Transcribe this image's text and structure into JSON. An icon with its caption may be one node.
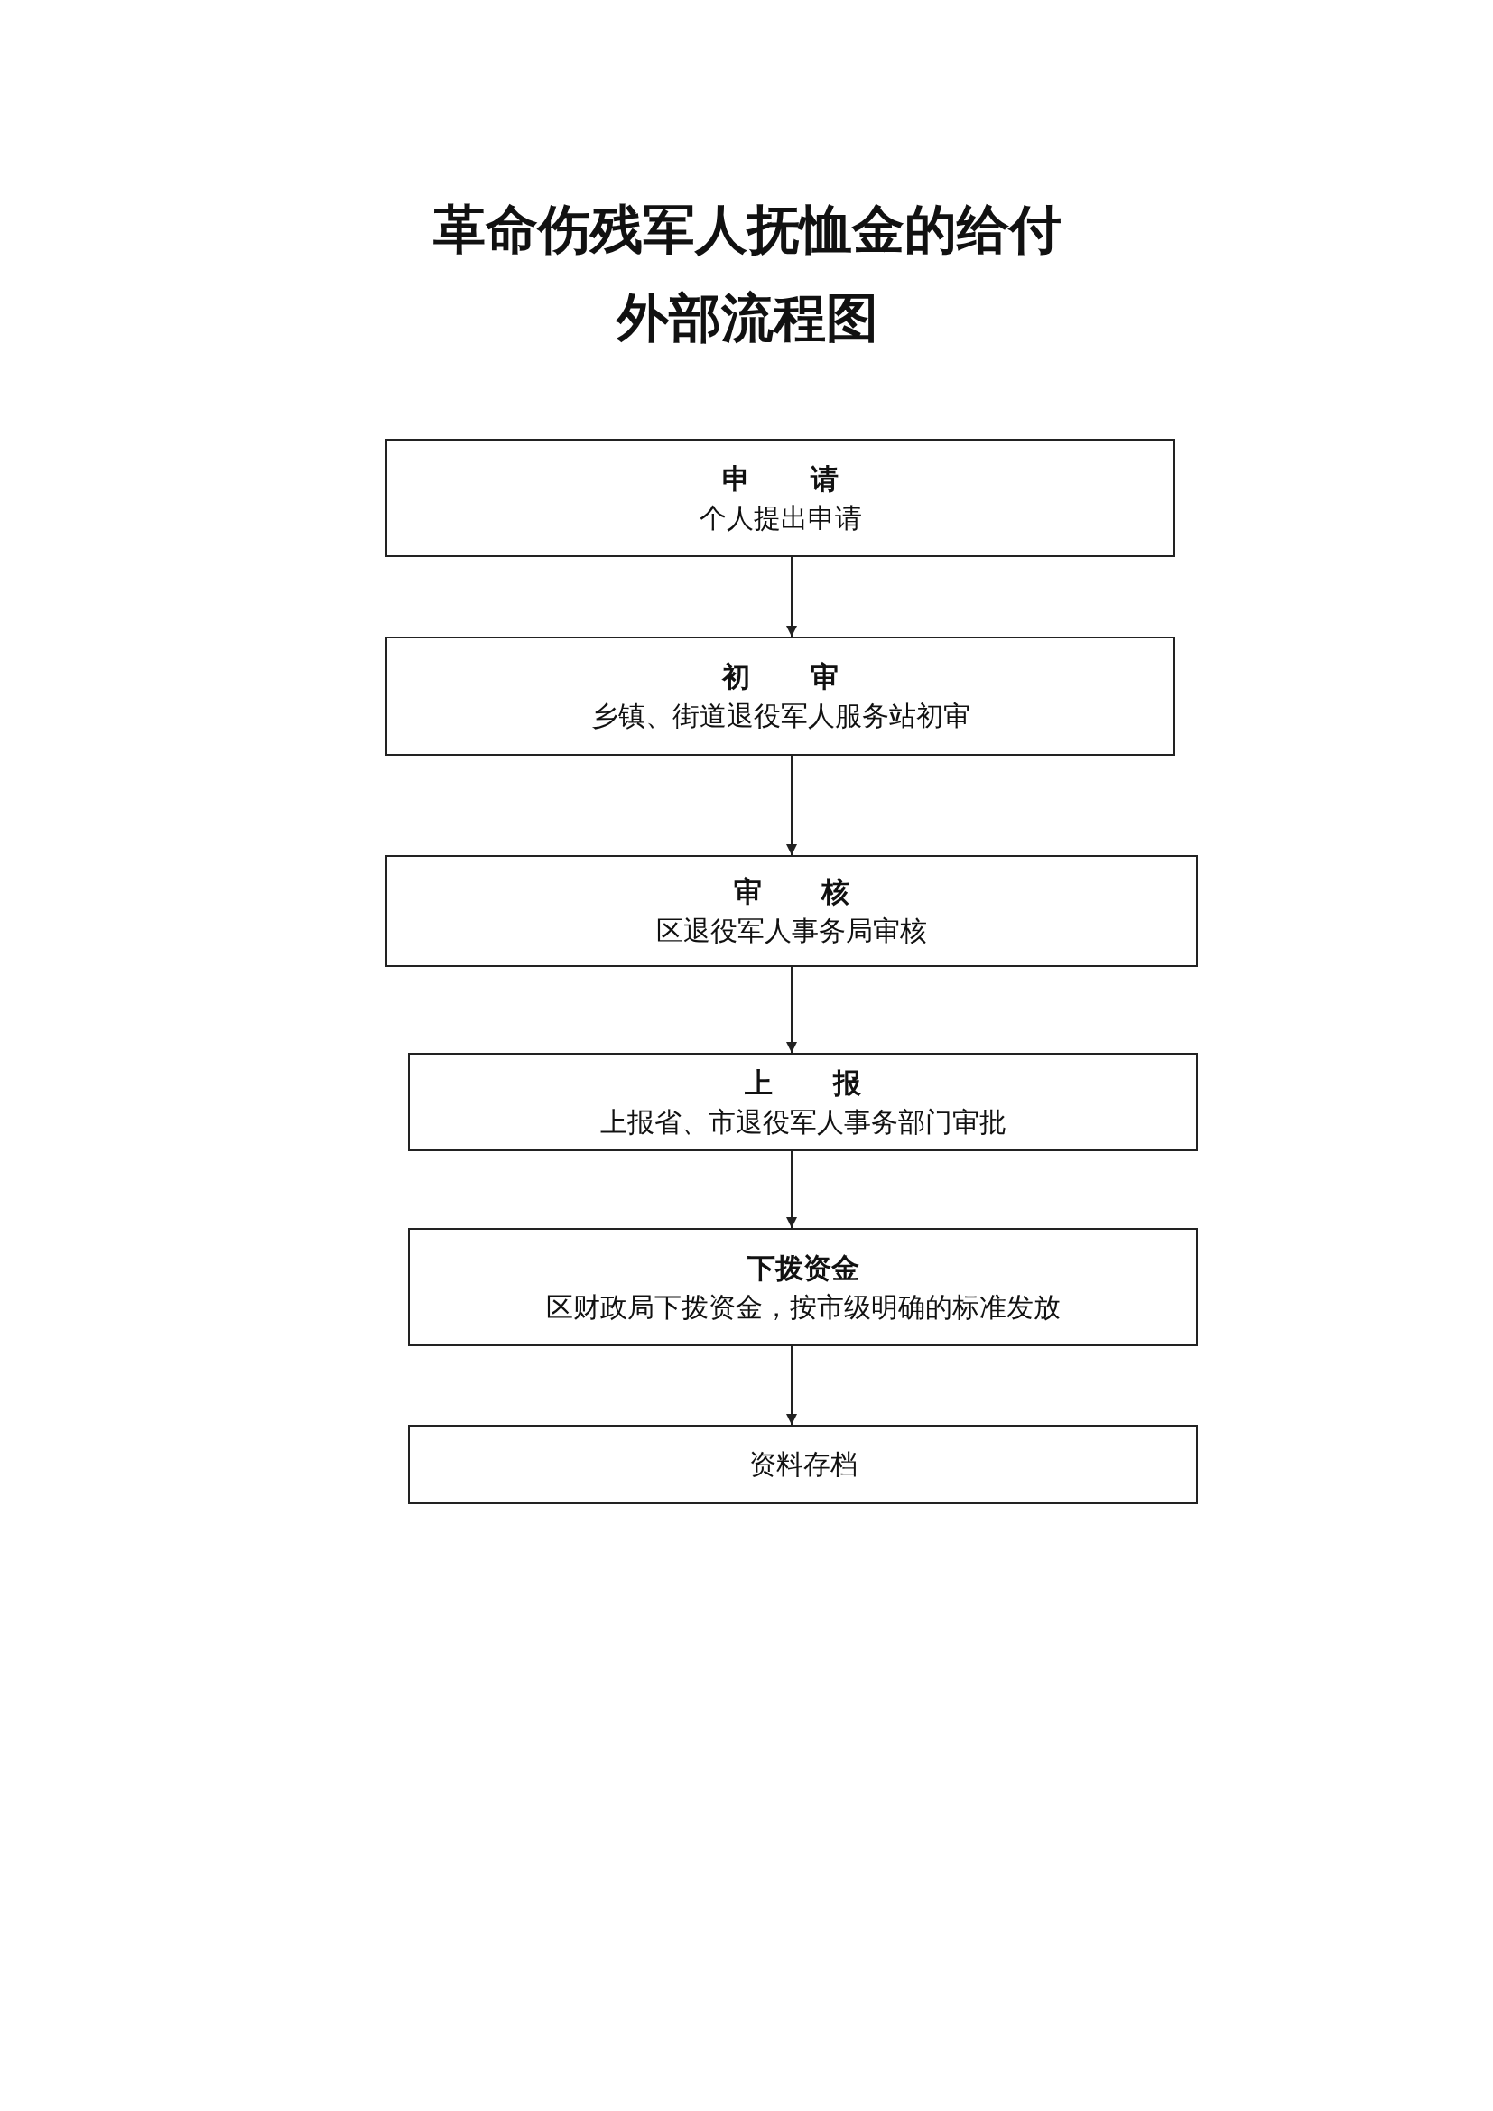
{
  "diagram": {
    "title": "革命伤残军人抚恤金的给付外部流程图",
    "nodes": [
      {
        "text": [
          "申 请",
          "个人提出申请"
        ]
      },
      {
        "text": [
          "初 审",
          "乡镇、街道退役军人服务站初审"
        ]
      },
      {
        "text": [
          "审 核",
          "区退役军人事务局审核"
        ]
      },
      {
        "text": [
          "上 报",
          "上报省、市退役军人事务部门审批"
        ]
      },
      {
        "text": [
          "下拨资金",
          "区财政局下拨资金，按市级明确的标准发放"
        ]
      },
      {
        "text": [
          "资料存档"
        ]
      }
    ],
    "edges": [
      {
        "from": 0,
        "to": 1,
        "arrow": "to"
      },
      {
        "from": 1,
        "to": 2,
        "arrow": "to"
      },
      {
        "from": 2,
        "to": 3,
        "arrow": "to"
      },
      {
        "from": 3,
        "to": 4,
        "arrow": "to"
      },
      {
        "from": 4,
        "to": 5,
        "arrow": "to"
      }
    ]
  }
}
